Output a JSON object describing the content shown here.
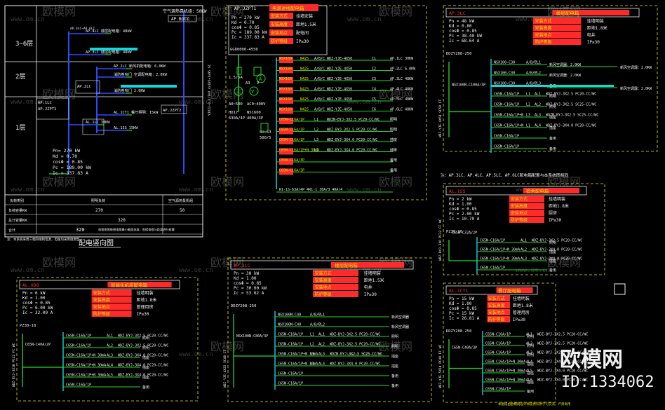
{
  "colors": {
    "bg": "#000000",
    "green": "#22dd22",
    "white": "#f2f2f2",
    "yellow": "#e8e800",
    "cyan": "#10d8e0",
    "red": "#ff2a2a",
    "blue": "#2b4dff",
    "magenta": "#e020e0",
    "watermark": "#6a6a6a"
  },
  "watermark": {
    "brand": "欧模网",
    "domain": "www.om.cn",
    "id": "ID:1334062"
  },
  "riser": {
    "title": "配电竖向图",
    "floors": [
      "3~6层",
      "2层",
      "1层"
    ],
    "top_label": "空气源热泵机组：50KW",
    "top_box": "AP.RQTZ",
    "branches": [
      {
        "label": "AP.4LC 楼层配电箱：48kW",
        "note": "AP.4LC~AP.6LC"
      },
      {
        "label": "AP.3LC 楼层配电箱：48kW"
      },
      {
        "label": "AP.2LC 新风机配电箱：6.0KW"
      },
      {
        "label": "消防卷帘门 空调配电箱：2.0KW"
      },
      {
        "label": "消防卷帘门 2.0KW"
      },
      {
        "label": "AL.1CT1 餐厅照明：15kW"
      },
      {
        "label": "AL.1LC 30KW"
      },
      {
        "label": "AL.1SS 15KW"
      }
    ],
    "left_boxes": [
      "AP.4LC",
      "AP.2LC",
      "AP.1LC",
      "AP.JZPT1"
    ],
    "right_box": "AP.JZPT2",
    "calc": [
      "Pn= 270 kW",
      "Kd = 0.70",
      "cosΦ = 0.85",
      "Pc = 189.00 kW",
      "Ic = 337.83 A"
    ],
    "table": {
      "headers": [
        "负荷类别",
        "照明负荷",
        "空气源热泵机组"
      ],
      "rows": [
        [
          "负荷容量KW",
          "270",
          "50"
        ],
        [
          "总计容量KW",
          "320",
          ""
        ],
        [
          "合计",
          "320",
          "电缆按照每根电缆最小截面选取，各楼电缆与距离进行核算"
        ]
      ]
    },
    "footnote": "注：本系统采用三相四线制电源，电缆均采用阻燃型"
  },
  "main_panel": {
    "box_name": "AP.JZPT1",
    "box_title": "电源进线配电箱",
    "calc": [
      "Pn = 270 kW",
      "Kd = 0.70",
      "cosΦ = 0.85",
      "Pc = 189.00 kW",
      "Ic = 337.83 A"
    ],
    "props": [
      [
        "安装方式",
        "挂墙安装"
      ],
      [
        "安装高度",
        "距地1.5米"
      ],
      [
        "安装地点",
        "配电间"
      ],
      [
        "防护等级",
        "IP≥30"
      ]
    ],
    "breaker": "NSX400N-400A/3P",
    "meters": [
      "1.5/5A",
      "A3",
      "V",
      "A0~500",
      "AC0~400V"
    ],
    "surge": [
      "HD17",
      "400A/3P",
      "NS1600",
      "630A/4P"
    ],
    "cable_in": "YJV22-0.6/1kV 4x185+1x95 SC",
    "spd": [
      "SH-53",
      "500/5"
    ],
    "outgoing": [
      {
        "br": "NSX160",
        "a": "N425",
        "ph": "A/B/C",
        "ln": "L1",
        "cable": "WDZ-YJE-4X50",
        "id": "C1",
        "dest": "AP.1LC 30KW"
      },
      {
        "br": "NSX160",
        "a": "N425",
        "ph": "A/B/C",
        "ln": "L2",
        "cable": "WDZ-YJE-4X50",
        "id": "C2",
        "dest": "AP.2LC 6.0KW"
      },
      {
        "br": "NSX160",
        "a": "N425",
        "ph": "A/B/C",
        "ln": "L3",
        "cable": "WDZ-YJE-4X50",
        "id": "C3",
        "dest": "AP.3LC 48KW"
      },
      {
        "br": "NSX160",
        "a": "N425",
        "ph": "A/B/C",
        "ln": "L4",
        "cable": "WDZ-YJE-4X50",
        "id": "C4",
        "dest": "AP.4LC 48KW"
      },
      {
        "br": "NSX160",
        "a": "N425",
        "ph": "A/B/C",
        "ln": "L5",
        "cable": "WDZ-YJE-4X50",
        "id": "C5",
        "dest": "AP.5LC 48KW"
      },
      {
        "br": "NSX160",
        "a": "N425",
        "ph": "A/B/C",
        "ln": "L6",
        "cable": "WDZ-YJE-4X50",
        "id": "C6",
        "dest": "AP.6LC 48KW"
      },
      {
        "br": "C65N-C16A/1P",
        "a": "",
        "ph": "L1",
        "ln": "L1",
        "cable": "WDZN-BYJ-3X2.5 PC20-CC/WC",
        "id": "",
        "dest": "照明"
      },
      {
        "br": "C65N-C16A/1P",
        "a": "",
        "ph": "L2",
        "ln": "L2",
        "cable": "WDZ-BYJ-3X2.5 PC20-CC/WC",
        "id": "",
        "dest": "照明"
      },
      {
        "br": "C65N-C16A/1P",
        "a": "",
        "ph": "L3",
        "ln": "L3",
        "cable": "WDZ-BYJ-3X4.0 PC20-CC/WC",
        "id": "",
        "dest": "插座"
      },
      {
        "br": "C65N-C16A/1P+N 30mA",
        "a": "",
        "ph": "L1",
        "ln": "L4",
        "cable": "WDZ-BYJ-3X4.0 PC20-CC/WC",
        "id": "",
        "dest": "插座"
      },
      {
        "br": "C65N-C16A/3P",
        "a": "",
        "ph": "",
        "ln": "",
        "cable": "",
        "id": "",
        "dest": "备用"
      },
      {
        "br": "C65N-C16A/3P",
        "a": "",
        "ph": "",
        "ln": "",
        "cable": "",
        "id": "",
        "dest": "备用"
      }
    ],
    "last": "R1-1S-63A/4P 4R1-1 30A/3 40A/4"
  },
  "panel_lc": {
    "box_name": "AP.3LC",
    "box_title": "楼层配电箱",
    "calc": [
      "Pn = 48 kW",
      "Kd = 0.80",
      "cosΦ = 0.85",
      "Pc = 38.40 kW",
      "Ic = 68.64 A"
    ],
    "props": [
      [
        "安装方式",
        "挂墙明装"
      ],
      [
        "安装高度",
        "距地1.8米"
      ],
      [
        "安装地点",
        "电井"
      ],
      [
        "防护等级",
        "IP≥30"
      ]
    ],
    "meter": "DDZY208-250",
    "breaker": "NSX100N-C100A/3P",
    "cable_in": "WDZ-YJE-4X50 SC50 CT",
    "rows": [
      {
        "br": "NSX100-C30",
        "ph": "A/B/C",
        "ln": "PL1",
        "dest": "新风空调器：2.0KW"
      },
      {
        "br": "NSX100-C30",
        "ph": "A/B/C",
        "ln": "PL2",
        "dest": "新风空调器：2.0KW"
      },
      {
        "br": "NSX100-C30",
        "ph": "A/B/C",
        "ln": "PL3",
        "dest": "备用"
      },
      {
        "br": "C65N-C16A/1P",
        "ph": "L1",
        "ln": "AL1",
        "cable": "WDZ-BYJ-3X2.5 PC20-CC/WC",
        "dest": "照明"
      },
      {
        "br": "C65N-C16A/1P",
        "ph": "L2",
        "ln": "AL2",
        "cable": "WDZ-BYJ-3X2.5 SC25-CC/WC",
        "dest": "照明"
      },
      {
        "br": "C65N-C16A/1P+N",
        "ph": "L3",
        "ln": "AL3",
        "cable": "WDZN-BYJ-3X2.5 SC25-CC/WC",
        "dest": "插座"
      },
      {
        "br": "C65N-C16A/1P+N",
        "ph": "L1",
        "ln": "AL4",
        "cable": "WDZ-BYJ-3X4.0 PC20-CC/WC",
        "dest": "插座"
      },
      {
        "br": "C65N-C16A/1P",
        "ph": "",
        "ln": "",
        "cable": "",
        "dest": "备用"
      },
      {
        "br": "C65N-C16A/1P",
        "ph": "",
        "ln": "",
        "cable": "",
        "dest": "备用"
      }
    ],
    "note": "注：AP.3LC、AP.4LC、AP.5LC、AP.6LC配电箱配置与本系统图相同"
  },
  "panel_ss": {
    "box_name": "AL.1SS",
    "box_title": "宿舍配电箱",
    "calc": [
      "Pn = 2 kW",
      "Kd = 1.00",
      "cosΦ = 0.85",
      "Pc = 2.00 kW",
      "Ic = 10.70 A"
    ],
    "props": [
      [
        "安装方式",
        "挂墙明装"
      ],
      [
        "安装高度",
        "距地1.8米"
      ],
      [
        "安装地点",
        "厨房"
      ],
      [
        "防护等级",
        "IP≥30"
      ]
    ],
    "meter": "PZ30-10",
    "breaker": "C65N-C32A/2P",
    "cable_in": "WDZ-BYJ-3X6 PC32 FC WC",
    "rows": [
      {
        "br": "C65N-C16A/1P",
        "ln": "AL1",
        "cable": "WDZ-BYJ-3X2.5 PC20-CC/WC",
        "dest": "照明"
      },
      {
        "br": "C65N-C16A/1P+N 30mA",
        "ln": "AL2",
        "cable": "WDZ-BYJ-3X4.0 PC20-CC/WC",
        "dest": "插座"
      },
      {
        "br": "C65N-C16A/1P+N 30mA",
        "ln": "AL3",
        "cable": "WDZ-BYJ-3X4.0 PC20-CC/WC",
        "dest": "插座"
      },
      {
        "br": "C65N-C16A/1P",
        "ln": "",
        "cable": "",
        "dest": "备用"
      }
    ]
  },
  "panel_ct": {
    "box_name": "AL.1CT1",
    "box_title": "餐厅配电箱",
    "calc": [
      "Pn = 15 kW",
      "Kd = 1.00",
      "cosΦ = 0.85",
      "Pc = 15 kW",
      "Ic = 26.81 A"
    ],
    "props": [
      [
        "安装方式",
        "挂墙明装"
      ],
      [
        "安装高度",
        "距地1.8米"
      ],
      [
        "安装地点",
        "管理用房"
      ],
      [
        "防护等级",
        "IP≥30"
      ]
    ],
    "meter": "DDZY208-250",
    "breaker": "C65N-C40A/3P",
    "cable_in": "WDZ-YJE-5X10 PC40 FC WC",
    "rows": [
      {
        "br": "C65N-C16A/1P",
        "ln": "AL1",
        "cable": "WDZ-BYJ-3X2.5 PC20-CC/WC",
        "dest": "照明"
      },
      {
        "br": "C65N-C16A/1P",
        "ln": "AL2",
        "cable": "WDZ-BYJ-3X2.5 PC20-CC/WC",
        "dest": "照明"
      },
      {
        "br": "C65N-C16A/1P",
        "ln": "AL3",
        "cable": "WDZ-BYJ-3X2.5 PC20-CC/WC",
        "dest": "照明"
      },
      {
        "br": "C65N-C16A/1P+N 30mA",
        "ln": "AL4",
        "cable": "WDZ-BYJ-3X4.0 PC20-CC/WC",
        "dest": "插座"
      },
      {
        "br": "C65N-C16A/1P+N 30mA",
        "ln": "AL5",
        "cable": "WDZ-BYJ-3X4.0 PC20-CC/WC",
        "dest": "插座"
      },
      {
        "br": "C65N-C16A/1P+N 30mA",
        "ln": "AL6",
        "cable": "WDZ-BYJ-3X4.0 PC20-CC/WC",
        "dest": "插座"
      },
      {
        "br": "C65N-C16A/1P",
        "ln": "",
        "cable": "",
        "dest": "备用"
      }
    ],
    "footnote": "本图纸由欧模网设计师提供仅供学习交流，严禁商用"
  },
  "panel_xd": {
    "box_name": "AL.XD8",
    "box_title": "智能化机房配电箱",
    "calc": [
      "Pn = 6 kW",
      "Kd = 1.00",
      "cosΦ = 0.85",
      "Pc = 6.00 kW",
      "Ic = 32.09 A"
    ],
    "props": [
      [
        "安装方式",
        "挂墙明装"
      ],
      [
        "安装高度",
        "距地1.8米"
      ],
      [
        "安装地点",
        "管理用房"
      ],
      [
        "防护等级",
        "IP≥30"
      ]
    ],
    "meter": "PZ30-18",
    "breaker": "C65N-C40A/2P",
    "cable_in": "WDZ-BYJ-3X10 PC32 FC WC",
    "rows": [
      {
        "br": "C65N-C16A/1P",
        "ln": "AL1",
        "cable": "WDZ-BYJ-3X2.5 PC20-CC/WC",
        "dest": "照明"
      },
      {
        "br": "C65N-C16A/1P",
        "ln": "AL2",
        "cable": "WDZ-BYJ-3X2.5 PC20-CC/WC",
        "dest": "照明"
      },
      {
        "br": "C65N-C16A/1P+N 30mA",
        "ln": "AL3",
        "cable": "WDZ-BYJ-3X4.0 PC20-CC/WC",
        "dest": "插座"
      },
      {
        "br": "C65N-C16A/1P+N 30mA",
        "ln": "AL4",
        "cable": "WDZ-BYJ-3X4.0 PC20-CC/WC",
        "dest": "插座"
      },
      {
        "br": "C65N-C16A/1P+N 30mA",
        "ln": "AL5",
        "cable": "WDZ-BYJ-3X4.0 PC20-CC/WC",
        "dest": "插座"
      },
      {
        "br": "C65N-C16A/1P",
        "ln": "",
        "cable": "",
        "dest": "备用"
      }
    ]
  },
  "panel_1lc": {
    "box_name": "AP.1LC",
    "box_title": "楼层配电箱",
    "calc": [
      "Pn = 30 kW",
      "Kd = 1.00",
      "cosΦ = 0.85",
      "Pc = 30.00 kW",
      "Ic = 53.62 A"
    ],
    "props": [
      [
        "安装方式",
        "挂墙明装"
      ],
      [
        "安装高度",
        "距地1.5米"
      ],
      [
        "安装地点",
        "电井"
      ],
      [
        "防护等级",
        "IP≥30"
      ]
    ],
    "meter": "DDZY208-250",
    "breaker": "NSX100N-C80A/3P",
    "cable_in": "WDZ-YJE-4X25 SC40 CT",
    "rows": [
      {
        "br": "NSX100N-C40",
        "ph": "A/B/C",
        "ln": "PL1",
        "cable": "",
        "dest": "新风空调器"
      },
      {
        "br": "NSX100N-C40",
        "ph": "A/B/C",
        "ln": "PL2",
        "cable": "",
        "dest": "新风空调器"
      },
      {
        "br": "C65N-C16A/1P",
        "ph": "L1",
        "ln": "AL1",
        "cable": "WDZ-BYJ-3X2.5 PC20-CC/WC",
        "dest": "照明"
      },
      {
        "br": "C65N-C16A/1P",
        "ph": "L2",
        "ln": "AL2",
        "cable": "WDZ-BYJ-3X2.5 PC20-CC/WC",
        "dest": "照明"
      },
      {
        "br": "C65N-C16A/1P+N 30mA",
        "ph": "L3",
        "ln": "AL3",
        "cable": "WDZN-BYJ-3X2.5 SC25-CC/WC",
        "dest": "插座"
      },
      {
        "br": "C65N-C16A/1P+N 30mA",
        "ph": "L1",
        "ln": "AL4",
        "cable": "WDZ-BYJ-3X4.0 PC20-CC/WC",
        "dest": "插座"
      },
      {
        "br": "C65N-C16A/1P",
        "ph": "",
        "ln": "",
        "cable": "",
        "dest": "备用"
      },
      {
        "br": "C65N-C16A/1P",
        "ph": "",
        "ln": "",
        "cable": "",
        "dest": "备用"
      }
    ]
  }
}
